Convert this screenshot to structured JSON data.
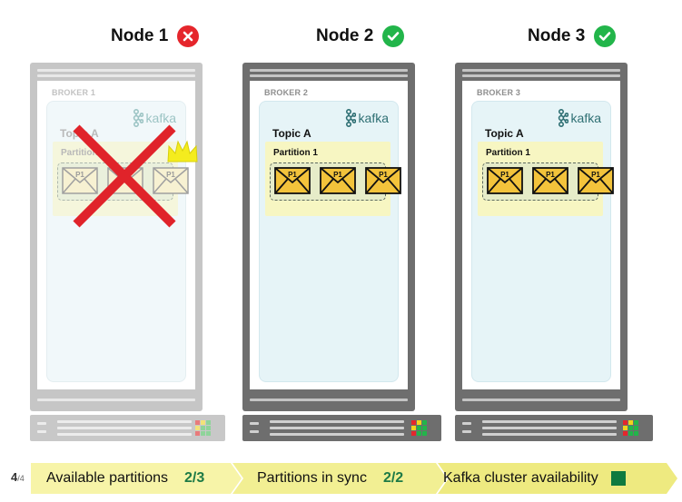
{
  "nodes": [
    {
      "title": "Node 1",
      "status": "failed",
      "status_icon": "x-icon",
      "status_color": "#e5262c"
    },
    {
      "title": "Node 2",
      "status": "ok",
      "status_icon": "check-icon",
      "status_color": "#22b54a"
    },
    {
      "title": "Node 3",
      "status": "ok",
      "status_icon": "check-icon",
      "status_color": "#22b54a"
    }
  ],
  "brokers": [
    {
      "label": "BROKER 1",
      "logo_text": "kafka",
      "topic": "Topic A",
      "partition": "Partition 1",
      "messages": [
        "P1",
        "P1",
        "P1"
      ],
      "leader_crown": true,
      "failed": true
    },
    {
      "label": "BROKER 2",
      "logo_text": "kafka",
      "topic": "Topic A",
      "partition": "Partition 1",
      "messages": [
        "P1",
        "P1",
        "P1"
      ],
      "leader_crown": false,
      "failed": false
    },
    {
      "label": "BROKER 3",
      "logo_text": "kafka",
      "topic": "Topic A",
      "partition": "Partition 1",
      "messages": [
        "P1",
        "P1",
        "P1"
      ],
      "leader_crown": false,
      "failed": false
    }
  ],
  "footer": {
    "page_current": "4",
    "page_total": "/4",
    "available_partitions_label": "Available partitions",
    "available_partitions_value": "2/3",
    "partitions_in_sync_label": "Partitions in sync",
    "partitions_in_sync_value": "2/2",
    "cluster_availability_label": "Kafka cluster availability",
    "cluster_availability_color": "#0f7a3f"
  },
  "colors": {
    "rack_failed": "#c4c4c4",
    "rack_ok": "#6e6e6e",
    "panel_ok": "#e6f4f7",
    "partition_bg": "#f7f6c2",
    "envelope_fill": "#f3c33b",
    "failure_cross": "#e0232a",
    "footer_bar": "#f2f2a0"
  }
}
